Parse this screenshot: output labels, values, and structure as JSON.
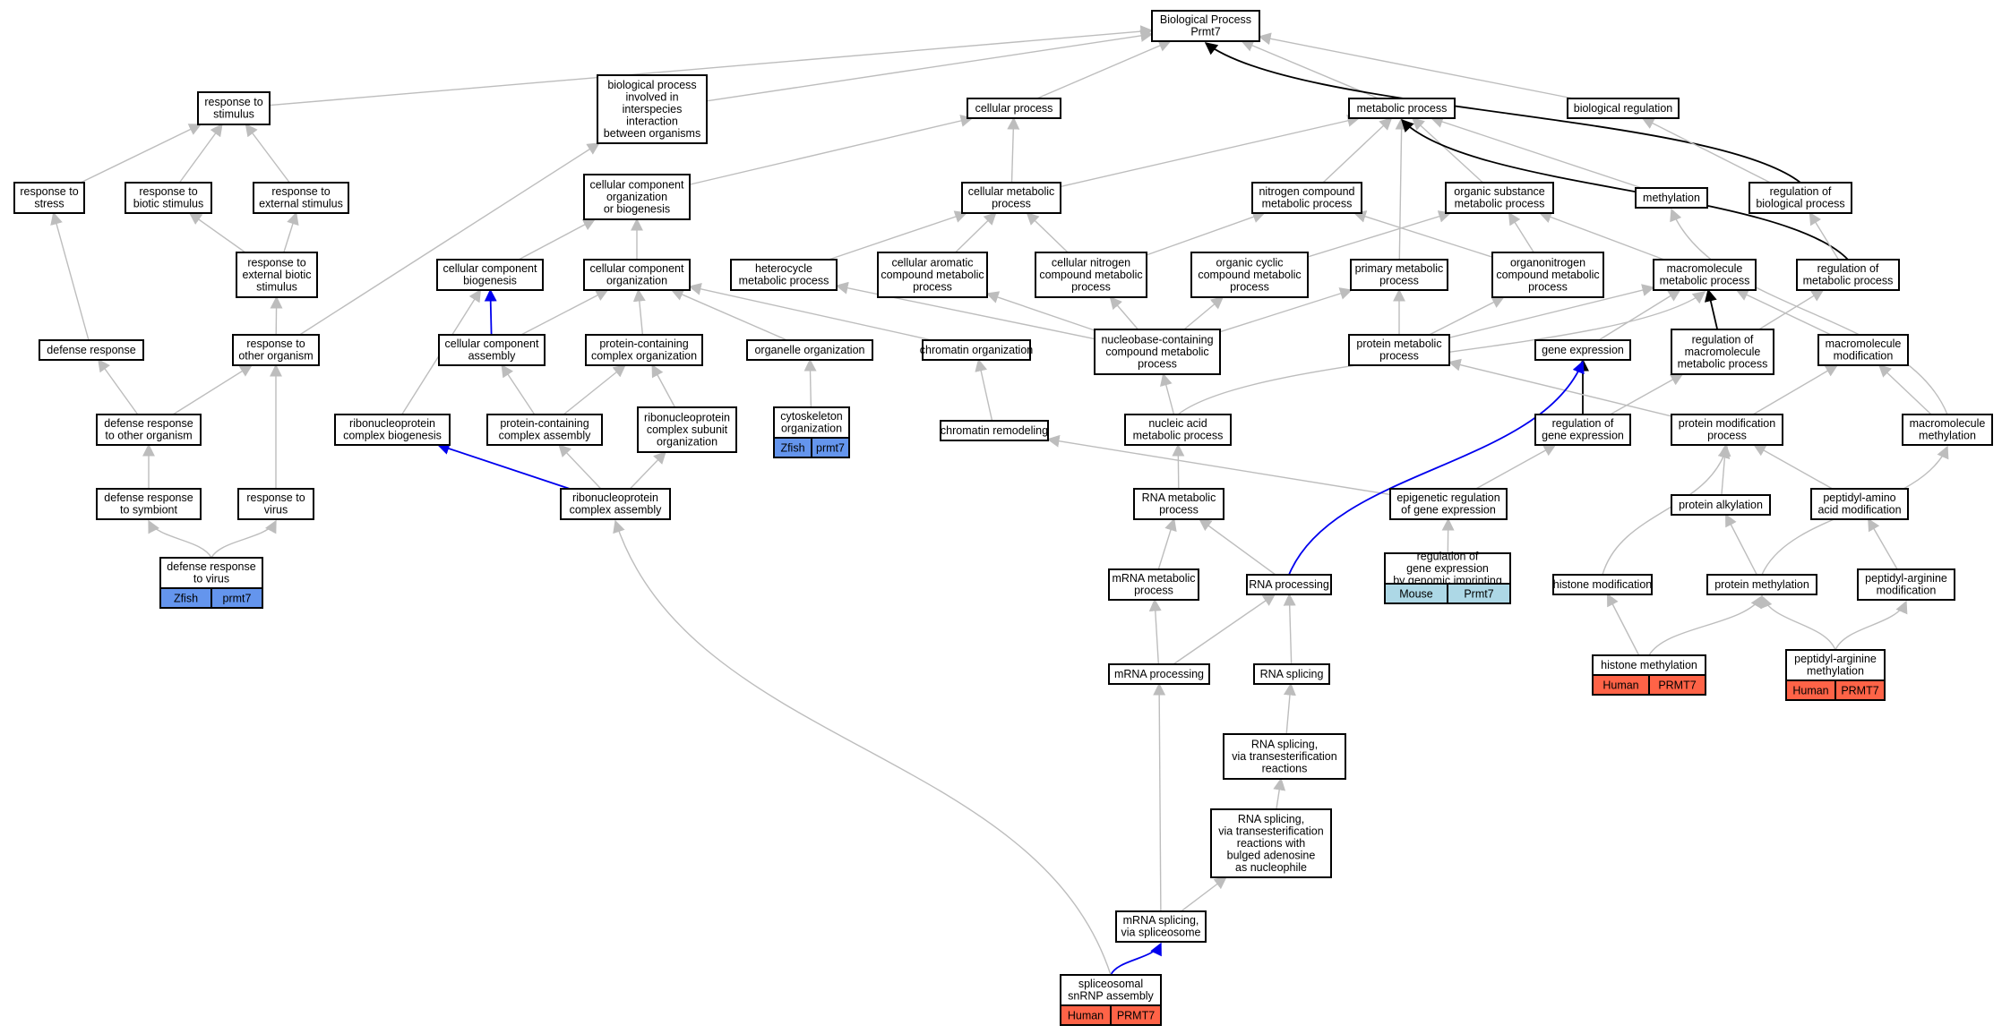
{
  "diagram": {
    "colors": {
      "edge_default": "#bdbdbd",
      "edge_black": "#000000",
      "edge_blue": "#0000ee",
      "badge_zfish": "#6495ed",
      "badge_mouse": "#add8e6",
      "badge_human": "#ff6347"
    },
    "nodes": {
      "bp": {
        "lines": [
          "Biological Process",
          "Prmt7"
        ]
      },
      "response_to_stimulus": {
        "lines": [
          "response to",
          "stimulus"
        ]
      },
      "bp_interspecies": {
        "lines": [
          "biological process",
          "involved in",
          "interspecies",
          "interaction",
          "between organisms"
        ]
      },
      "cellular_process": {
        "lines": [
          "cellular process"
        ]
      },
      "metabolic_process": {
        "lines": [
          "metabolic process"
        ]
      },
      "biological_regulation": {
        "lines": [
          "biological regulation"
        ]
      },
      "response_to_stress": {
        "lines": [
          "response to",
          "stress"
        ]
      },
      "response_to_biotic": {
        "lines": [
          "response to",
          "biotic stimulus"
        ]
      },
      "response_to_external": {
        "lines": [
          "response to",
          "external stimulus"
        ]
      },
      "cc_org_or_biogenesis": {
        "lines": [
          "cellular component",
          "organization",
          "or biogenesis"
        ]
      },
      "cellular_metabolic": {
        "lines": [
          "cellular metabolic",
          "process"
        ]
      },
      "nitrogen_compound_metabolic": {
        "lines": [
          "nitrogen compound",
          "metabolic process"
        ]
      },
      "organic_substance_metabolic": {
        "lines": [
          "organic substance",
          "metabolic process"
        ]
      },
      "methylation": {
        "lines": [
          "methylation"
        ]
      },
      "regulation_of_bp": {
        "lines": [
          "regulation of",
          "biological process"
        ]
      },
      "response_to_external_biotic": {
        "lines": [
          "response to",
          "external biotic",
          "stimulus"
        ]
      },
      "cc_biogenesis": {
        "lines": [
          "cellular component",
          "biogenesis"
        ]
      },
      "cc_organization": {
        "lines": [
          "cellular component",
          "organization"
        ]
      },
      "heterocycle_metabolic": {
        "lines": [
          "heterocycle",
          "metabolic process"
        ]
      },
      "cellular_aromatic": {
        "lines": [
          "cellular aromatic",
          "compound metabolic",
          "process"
        ]
      },
      "cellular_nitrogen": {
        "lines": [
          "cellular nitrogen",
          "compound metabolic",
          "process"
        ]
      },
      "organic_cyclic": {
        "lines": [
          "organic cyclic",
          "compound metabolic",
          "process"
        ]
      },
      "primary_metabolic": {
        "lines": [
          "primary metabolic",
          "process"
        ]
      },
      "organonitrogen": {
        "lines": [
          "organonitrogen",
          "compound metabolic",
          "process"
        ]
      },
      "macromolecule_metabolic": {
        "lines": [
          "macromolecule",
          "metabolic process"
        ]
      },
      "regulation_of_metabolic": {
        "lines": [
          "regulation of",
          "metabolic process"
        ]
      },
      "defense_response": {
        "lines": [
          "defense response"
        ]
      },
      "response_to_other_organism": {
        "lines": [
          "response to",
          "other organism"
        ]
      },
      "cc_assembly": {
        "lines": [
          "cellular component",
          "assembly"
        ]
      },
      "protein_containing_complex_org": {
        "lines": [
          "protein-containing",
          "complex organization"
        ]
      },
      "organelle_organization": {
        "lines": [
          "organelle organization"
        ]
      },
      "chromatin_organization": {
        "lines": [
          "chromatin organization"
        ]
      },
      "nucleobase_containing": {
        "lines": [
          "nucleobase-containing",
          "compound metabolic",
          "process"
        ]
      },
      "protein_metabolic": {
        "lines": [
          "protein metabolic",
          "process"
        ]
      },
      "gene_expression": {
        "lines": [
          "gene expression"
        ]
      },
      "regulation_macromolecule_metabolic": {
        "lines": [
          "regulation of",
          "macromolecule",
          "metabolic process"
        ]
      },
      "macromolecule_modification": {
        "lines": [
          "macromolecule",
          "modification"
        ]
      },
      "defense_response_other": {
        "lines": [
          "defense response",
          "to other organism"
        ]
      },
      "ribonucleoprotein_biogenesis": {
        "lines": [
          "ribonucleoprotein",
          "complex biogenesis"
        ]
      },
      "protein_containing_assembly": {
        "lines": [
          "protein-containing",
          "complex assembly"
        ]
      },
      "ribonucleoprotein_subunit_org": {
        "lines": [
          "ribonucleoprotein",
          "complex subunit",
          "organization"
        ]
      },
      "cytoskeleton_organization": {
        "lines": [
          "cytoskeleton",
          "organization"
        ],
        "badges": [
          "Zfish",
          "prmt7"
        ],
        "badge_color": "badge_zfish"
      },
      "chromatin_remodeling": {
        "lines": [
          "chromatin remodeling"
        ]
      },
      "nucleic_acid_metabolic": {
        "lines": [
          "nucleic acid",
          "metabolic process"
        ]
      },
      "regulation_gene_expression": {
        "lines": [
          "regulation of",
          "gene expression"
        ]
      },
      "protein_modification": {
        "lines": [
          "protein modification",
          "process"
        ]
      },
      "macromolecule_methylation": {
        "lines": [
          "macromolecule",
          "methylation"
        ]
      },
      "defense_response_symbiont": {
        "lines": [
          "defense response",
          "to symbiont"
        ]
      },
      "response_to_virus": {
        "lines": [
          "response to",
          "virus"
        ]
      },
      "ribonucleoprotein_assembly": {
        "lines": [
          "ribonucleoprotein",
          "complex assembly"
        ]
      },
      "rna_metabolic": {
        "lines": [
          "RNA metabolic",
          "process"
        ]
      },
      "epigenetic_regulation": {
        "lines": [
          "epigenetic regulation",
          "of gene expression"
        ]
      },
      "protein_alkylation": {
        "lines": [
          "protein alkylation"
        ]
      },
      "peptidyl_amino_acid_mod": {
        "lines": [
          "peptidyl-amino",
          "acid modification"
        ]
      },
      "defense_response_virus": {
        "lines": [
          "defense response",
          "to virus"
        ],
        "badges": [
          "Zfish",
          "prmt7"
        ],
        "badge_color": "badge_zfish"
      },
      "mrna_metabolic": {
        "lines": [
          "mRNA metabolic",
          "process"
        ]
      },
      "rna_processing": {
        "lines": [
          "RNA processing"
        ]
      },
      "regulation_genomic_imprinting": {
        "lines": [
          "regulation of",
          "gene expression",
          "by genomic imprinting"
        ],
        "badges": [
          "Mouse",
          "Prmt7"
        ],
        "badge_color": "badge_mouse"
      },
      "histone_modification": {
        "lines": [
          "histone modification"
        ]
      },
      "protein_methylation": {
        "lines": [
          "protein methylation"
        ]
      },
      "peptidyl_arginine_mod": {
        "lines": [
          "peptidyl-arginine",
          "modification"
        ]
      },
      "histone_methylation": {
        "lines": [
          "histone methylation"
        ],
        "badges": [
          "Human",
          "PRMT7"
        ],
        "badge_color": "badge_human"
      },
      "peptidyl_arginine_methylation": {
        "lines": [
          "peptidyl-arginine",
          "methylation"
        ],
        "badges": [
          "Human",
          "PRMT7"
        ],
        "badge_color": "badge_human"
      },
      "mrna_processing": {
        "lines": [
          "mRNA processing"
        ]
      },
      "rna_splicing": {
        "lines": [
          "RNA splicing"
        ]
      },
      "rna_splicing_transesterification": {
        "lines": [
          "RNA splicing,",
          "via transesterification",
          "reactions"
        ]
      },
      "rna_splicing_bulged": {
        "lines": [
          "RNA splicing,",
          "via transesterification",
          "reactions with",
          "bulged adenosine",
          "as nucleophile"
        ]
      },
      "mrna_splicing_spliceosome": {
        "lines": [
          "mRNA splicing,",
          "via spliceosome"
        ]
      },
      "spliceosomal_snrnp": {
        "lines": [
          "spliceosomal",
          "snRNP assembly"
        ],
        "badges": [
          "Human",
          "PRMT7"
        ],
        "badge_color": "badge_human"
      }
    }
  }
}
